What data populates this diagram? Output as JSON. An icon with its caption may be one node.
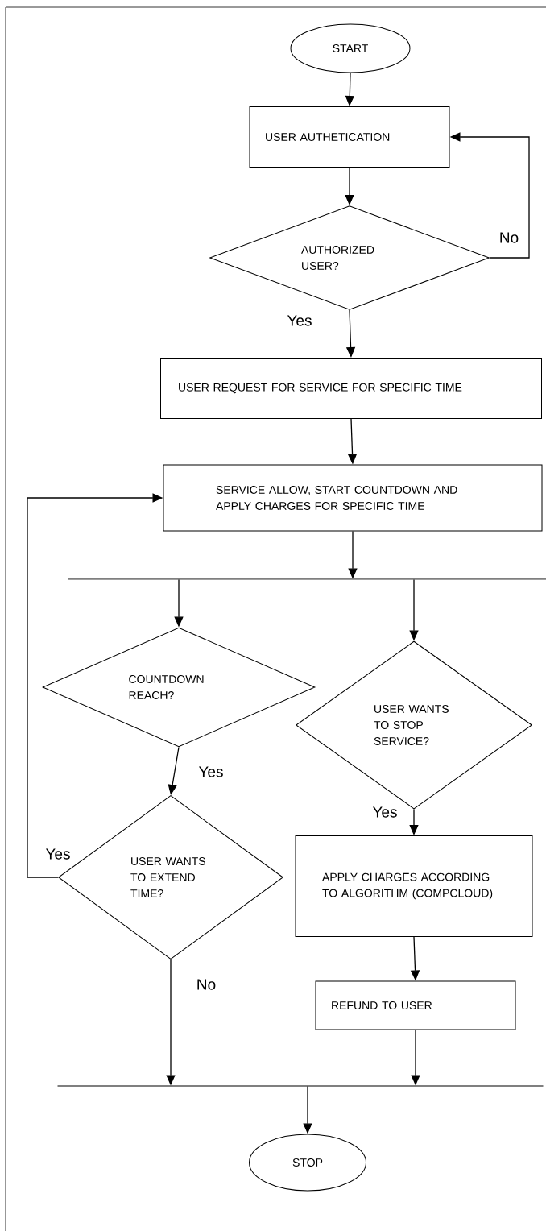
{
  "diagram": {
    "nodes": [
      {
        "text": [
          "START"
        ]
      },
      {
        "text": [
          "USER AUTHETICATION"
        ]
      },
      {
        "text": [
          "AUTHORIZED USER?"
        ]
      },
      {
        "text": [
          "USER REQUEST FOR SERVICE FOR SPECIFIC TIME"
        ]
      },
      {
        "text": [
          "SERVICE ALLOW, START COUNTDOWN AND APPLY CHARGES FOR SPECIFIC TIME"
        ]
      },
      {
        "text": [],
        "shape": "bar"
      },
      {
        "text": [
          "COUNTDOWN REACH?"
        ]
      },
      {
        "text": [
          "USER WANTS TO STOP SERVICE?"
        ]
      },
      {
        "text": [
          "USER WANTS TO EXTEND TIME?"
        ]
      },
      {
        "text": [
          "APPLY CHARGES ACCORDING TO ALGORITHM (COMPCLOUD)"
        ]
      },
      {
        "text": [
          "REFUND TO USER"
        ]
      },
      {
        "text": [],
        "shape": "bar"
      },
      {
        "text": [
          "STOP"
        ]
      }
    ],
    "edges": [
      {
        "from": 0,
        "to": 1,
        "arrow": "to"
      },
      {
        "from": 1,
        "to": 2,
        "arrow": "to"
      },
      {
        "from": 2,
        "to": 1,
        "arrow": "to",
        "label": "No"
      },
      {
        "from": 2,
        "to": 3,
        "arrow": "to",
        "label": "Yes"
      },
      {
        "from": 3,
        "to": 4,
        "arrow": "to"
      },
      {
        "from": 4,
        "to": 5,
        "arrow": "to"
      },
      {
        "from": 5,
        "to": 6,
        "arrow": "to"
      },
      {
        "from": 5,
        "to": 7,
        "arrow": "to"
      },
      {
        "from": 6,
        "to": 8,
        "arrow": "to",
        "label": "Yes"
      },
      {
        "from": 8,
        "to": 4,
        "arrow": "to",
        "label": "Yes"
      },
      {
        "from": 7,
        "to": 9,
        "arrow": "to",
        "label": "Yes"
      },
      {
        "from": 9,
        "to": 10,
        "arrow": "to"
      },
      {
        "from": 8,
        "to": 11,
        "arrow": "to",
        "label": "No"
      },
      {
        "from": 10,
        "to": 11,
        "arrow": "to"
      },
      {
        "from": 11,
        "to": 12,
        "arrow": "to"
      }
    ]
  }
}
